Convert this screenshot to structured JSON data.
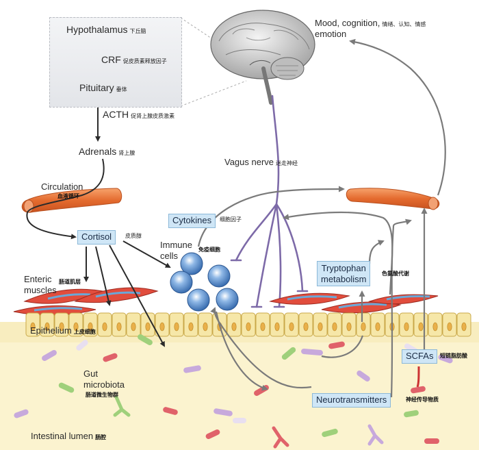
{
  "hpa": {
    "hypothalamus": "Hypothalamus",
    "hypothalamus_cn": "下丘脑",
    "crf": "CRF",
    "crf_cn": "促皮质素释放因子",
    "pituitary": "Pituitary",
    "pituitary_cn": "垂体",
    "acth": "ACTH",
    "acth_cn": "促肾上腺皮质激素",
    "adrenals": "Adrenals",
    "adrenals_cn": "肾上腺"
  },
  "brain": {
    "mood_line1": "Mood, cognition,",
    "mood_line2": "emotion",
    "mood_cn": "情绪、认知、情感",
    "vagus": "Vagus nerve",
    "vagus_cn": "迷走神经"
  },
  "circulation": {
    "label": "Circulation",
    "cn": "血液循环"
  },
  "cortisol": {
    "label": "Cortisol",
    "cn": "皮质醇"
  },
  "cytokines": {
    "label": "Cytokines",
    "cn": "细胞因子"
  },
  "immune": {
    "line1": "Immune",
    "line2": "cells",
    "cn": "免疫细胞"
  },
  "enteric": {
    "line1": "Enteric",
    "line2": "muscles",
    "cn": "肠道肌层"
  },
  "epithelium": {
    "label": "Epithelium",
    "cn": "上皮细胞"
  },
  "tryptophan": {
    "line1": "Tryptophan",
    "line2": "metabolism",
    "cn": "色氨酸代谢"
  },
  "microbiota": {
    "line1": "Gut",
    "line2": "microbiota",
    "cn": "肠道微生物群"
  },
  "scfas": {
    "label": "SCFAs",
    "cn": "短链脂肪酸"
  },
  "neurotransmitters": {
    "label": "Neurotransmitters",
    "cn": "神经传导物质"
  },
  "lumen": {
    "label": "Intestinal lumen",
    "cn": "肠腔"
  },
  "colors": {
    "arrow": "#333333",
    "gray_arrow": "#7a7a7a",
    "vagus": "#7d6aa8",
    "vessel": "#e8743a",
    "box_fill": "#cfe6f6",
    "box_border": "#8bb8d8",
    "epithelium": "#f6e7a8",
    "lumen": "#fbf3cf",
    "immune": "#4f86c6",
    "bacteria": "#a988c8"
  }
}
